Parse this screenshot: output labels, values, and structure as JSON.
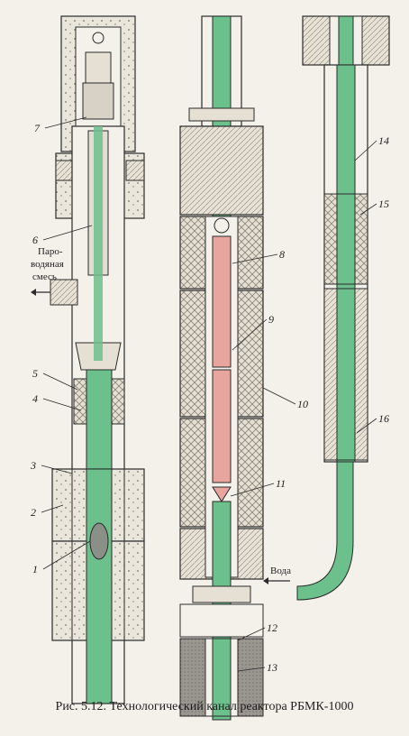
{
  "caption": "Рис. 5.12. Технологический канал реактора РБМК-1000",
  "side_labels": {
    "steam_line1": "Паро-",
    "steam_line2": "водяная",
    "steam_line3": "смесь",
    "water": "Вода"
  },
  "callouts": [
    "1",
    "2",
    "3",
    "4",
    "5",
    "6",
    "7",
    "8",
    "9",
    "10",
    "11",
    "12",
    "13",
    "14",
    "15",
    "16"
  ],
  "colors": {
    "coolant": "#6cc08c",
    "fuel": "#e8a5a0",
    "block": "#e6e0d4",
    "hatch": "#8a8478",
    "outline": "#2a2a2a",
    "graphite": "#ddd7ca"
  }
}
